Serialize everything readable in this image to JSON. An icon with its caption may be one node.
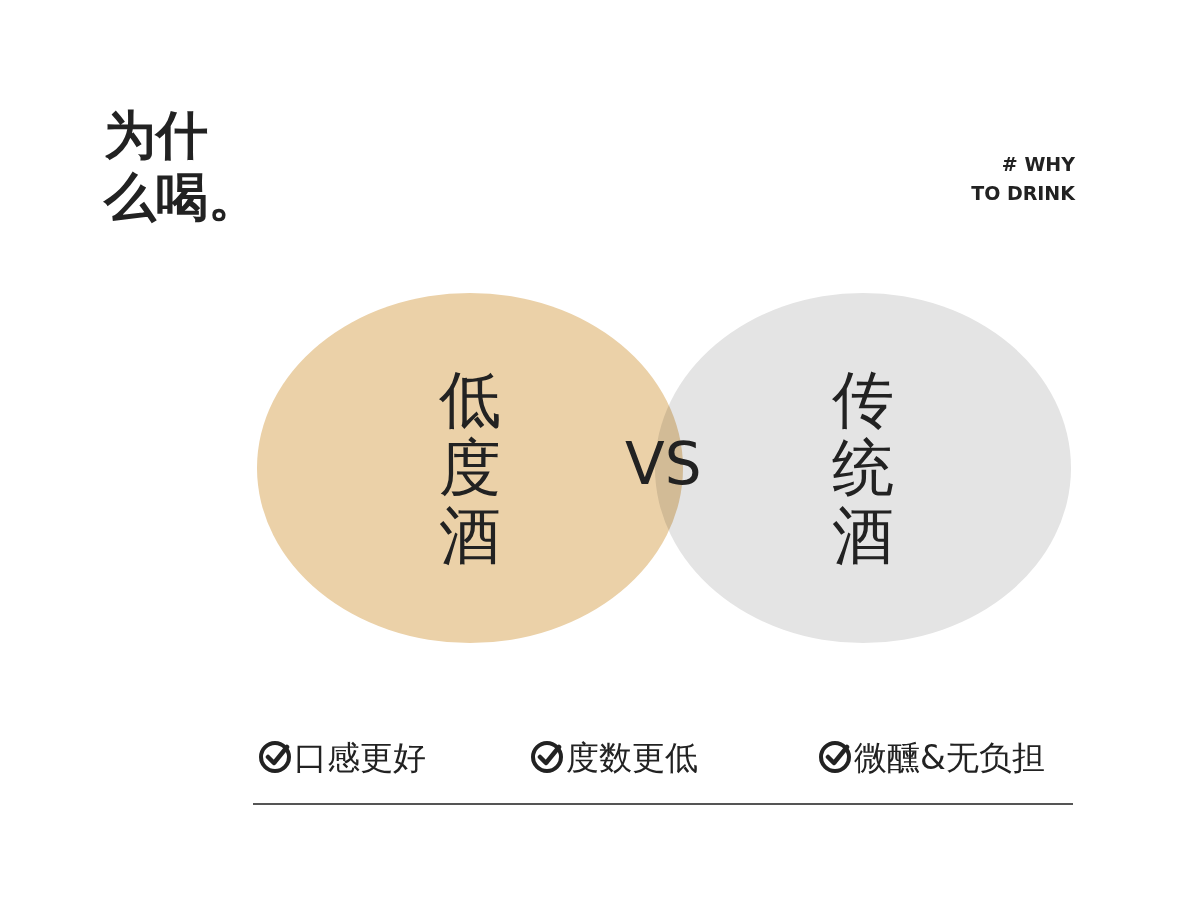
{
  "diagram": {
    "title": "为什么喝。",
    "nodes": [
      {
        "text": [
          "低度酒"
        ]
      },
      {
        "text": [
          "传统酒"
        ]
      }
    ],
    "labels": [
      "# WHY",
      "TO DRINK",
      "VS",
      "口感更好",
      "度数更低",
      "微醺&无负担"
    ]
  }
}
